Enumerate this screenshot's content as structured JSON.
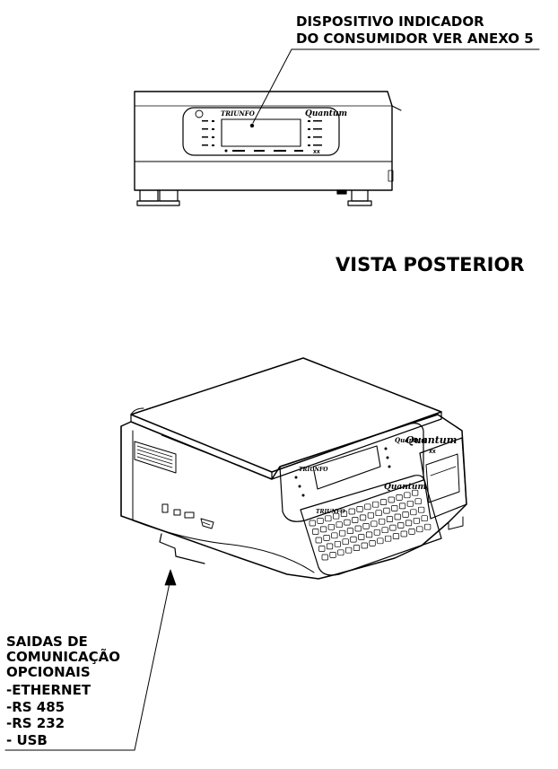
{
  "callout_top": {
    "line1": "DISPOSITIVO INDICADOR",
    "line2": "DO CONSUMIDOR VER ANEXO 5"
  },
  "view_title": "VISTA POSTERIOR",
  "callout_bottom": {
    "lines": [
      "SAIDAS DE",
      "COMUNICAÇÃO",
      "OPCIONAIS",
      "-ETHERNET",
      "-RS 485",
      "-RS 232",
      "- USB"
    ]
  },
  "device": {
    "brand": "TRIUNFO",
    "model": "Quantum",
    "model_suffix": "XX"
  }
}
